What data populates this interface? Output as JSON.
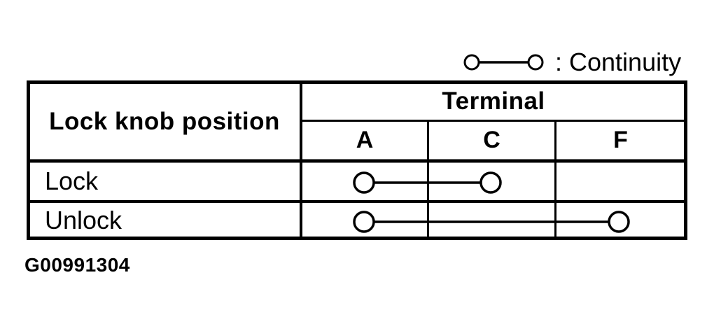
{
  "legend": {
    "symbol": "continuity-symbol",
    "label": ": Continuity"
  },
  "table": {
    "row_header": "Lock knob position",
    "column_group_header": "Terminal",
    "terminals": [
      "A",
      "C",
      "F"
    ],
    "rows": [
      {
        "position": "Lock",
        "continuity_between": [
          "A",
          "C"
        ]
      },
      {
        "position": "Unlock",
        "continuity_between": [
          "A",
          "F"
        ]
      }
    ]
  },
  "figure_id": "G00991304",
  "colors": {
    "ink": "#000000",
    "paper": "#ffffff"
  }
}
